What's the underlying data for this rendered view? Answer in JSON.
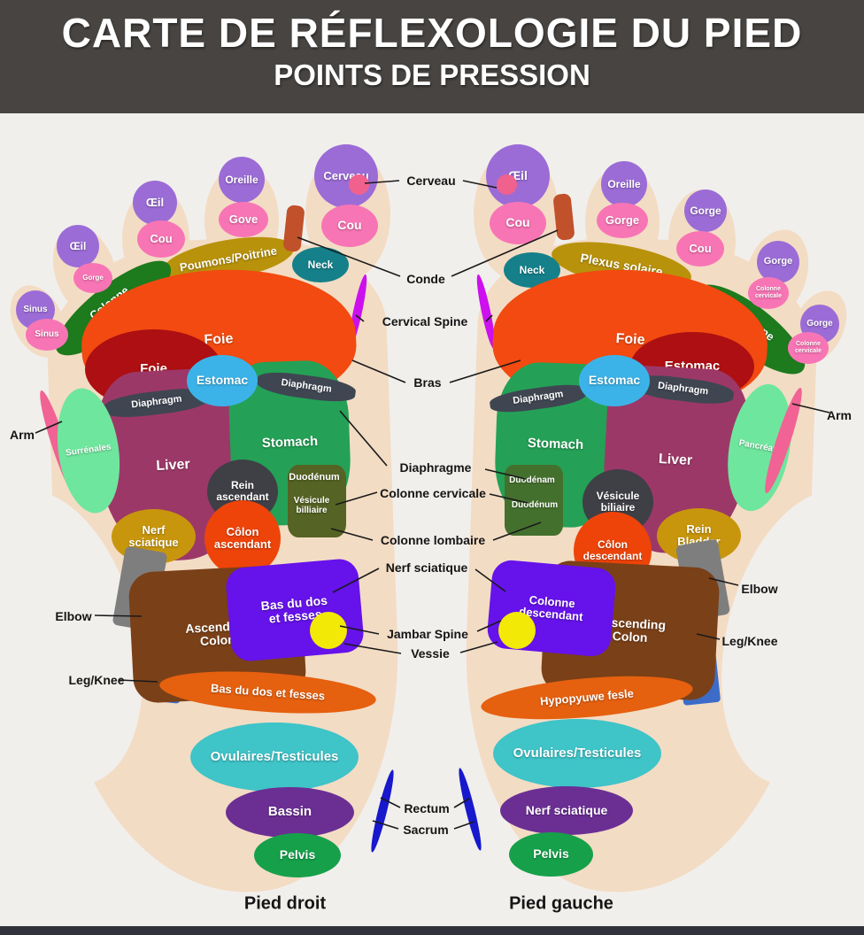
{
  "header": {
    "title": "CARTE DE RÉFLEXOLOGIE DU PIED",
    "subtitle": "POINTS DE PRESSION"
  },
  "palette": {
    "background": "#f1efec",
    "header_bg": "#474441",
    "footer_bg": "#32323c",
    "skin": "#f3dcc4",
    "line": "#1a1a1a",
    "purple": "#9b6cd6",
    "pink": "#f875b5",
    "teal": "#15808a",
    "olive": "#b8920a",
    "leaf_green": "#1d7a1d",
    "orange": "#f24a10",
    "dark_red": "#ad0f12",
    "sky_blue": "#3cb3e8",
    "slate": "#3f4652",
    "mint": "#6fe69e",
    "wine": "#9c3868",
    "green": "#24a156",
    "gold": "#c8960c",
    "red_orange": "#ee4409",
    "brown": "#7a4018",
    "violet": "#6612ea",
    "yellow": "#f2ea06",
    "teal_oval": "#3fc4c8",
    "grape": "#6b2f94",
    "pelvis_green": "#16a04a",
    "blue_crescent": "#1818cc",
    "magenta_crescent": "#cc10ee"
  },
  "center_labels": [
    {
      "id": "lbl-cerveau",
      "label": "Cerveau"
    },
    {
      "id": "lbl-conde",
      "label": "Conde"
    },
    {
      "id": "lbl-cervical-spine",
      "label": "Cervical Spine"
    },
    {
      "id": "lbl-bras",
      "label": "Bras"
    },
    {
      "id": "lbl-diaphragme",
      "label": "Diaphragme"
    },
    {
      "id": "lbl-colonne-cervicale",
      "label": "Colonne cervicale"
    },
    {
      "id": "lbl-colonne-lombaire",
      "label": "Colonne lombaire"
    },
    {
      "id": "lbl-nerf-sciatique",
      "label": "Nerf sciatique"
    },
    {
      "id": "lbl-jambar-spine",
      "label": "Jambar Spine"
    },
    {
      "id": "lbl-vessie",
      "label": "Vessie"
    },
    {
      "id": "lbl-rectum",
      "label": "Rectum"
    },
    {
      "id": "lbl-sacrum",
      "label": "Sacrum"
    }
  ],
  "side_labels": [
    {
      "id": "lbl-arm-left",
      "label": "Arm"
    },
    {
      "id": "lbl-elbow-left",
      "label": "Elbow"
    },
    {
      "id": "lbl-legknee-left",
      "label": "Leg/Knee"
    },
    {
      "id": "lbl-arm-right",
      "label": "Arm"
    },
    {
      "id": "lbl-elbow-right",
      "label": "Elbow"
    },
    {
      "id": "lbl-legknee-right",
      "label": "Leg/Knee"
    }
  ],
  "feet": [
    {
      "id": "right-foot",
      "caption": "Pied droit",
      "regions": [
        {
          "id": "poumons-poitrine",
          "label": "Poumons/Poitrine",
          "color": "#b8920a"
        },
        {
          "id": "conde-strip-l",
          "label": "",
          "color": "#c0512a"
        },
        {
          "id": "neck-l",
          "label": "Neck",
          "color": "#15808a"
        },
        {
          "id": "colonne-cervicale-leaf-l",
          "label": "Colonne\ncervicale",
          "color": "#1d7a1d"
        },
        {
          "id": "cervical-crescent-l",
          "label": "",
          "color": "#cc10ee"
        },
        {
          "id": "foie-orange-l",
          "label": "Foie",
          "color": "#f24a10"
        },
        {
          "id": "foie-red-l",
          "label": "Foie",
          "color": "#ad0f12"
        },
        {
          "id": "liver-l",
          "label": "Liver",
          "color": "#9c3868"
        },
        {
          "id": "stomach-l",
          "label": "Stomach",
          "color": "#24a156"
        },
        {
          "id": "diaphragm-band-la",
          "label": "Diaphragm",
          "color": "#3f4652"
        },
        {
          "id": "diaphragm-band-lb",
          "label": "Diaphragm",
          "color": "#3f4652"
        },
        {
          "id": "estomac-blue-l",
          "label": "Estomac",
          "color": "#3cb3e8"
        },
        {
          "id": "arm-crescent-l",
          "label": "",
          "color": "#f06394"
        },
        {
          "id": "surrenales-l",
          "label": "Surrénales",
          "color": "#6fe69e"
        },
        {
          "id": "rein-ascendant-l",
          "label": "Rein\nascendant",
          "color": "#3f3f46"
        },
        {
          "id": "duodenum-patch-l",
          "label": "",
          "color": "#556324"
        },
        {
          "id": "duodenum-label-l",
          "label": "Duodénum",
          "color": "none"
        },
        {
          "id": "vesicule-label-l",
          "label": "Vésicule\nbilliaire",
          "color": "none"
        },
        {
          "id": "nerf-sciatique-l",
          "label": "Nerf\nsciatique",
          "color": "#c8960c"
        },
        {
          "id": "colon-ascendant-l",
          "label": "Côlon\nascendant",
          "color": "#ee4409"
        },
        {
          "id": "elbow-zone-l",
          "label": "",
          "color": "#7e7e7e"
        },
        {
          "id": "legknee-zone-l",
          "label": "",
          "color": "#3c6cc8"
        },
        {
          "id": "ascending-colon-l",
          "label": "Ascending\nColon",
          "color": "#7a4018"
        },
        {
          "id": "bas-du-dos-rect-l",
          "label": "Bas du dos\net fesses",
          "color": "#6612ea"
        },
        {
          "id": "yellow-dot-l",
          "label": "",
          "color": "#f2ea06"
        },
        {
          "id": "bas-du-dos-arc-l",
          "label": "Bas du dos et fesses",
          "color": "#e5600f"
        },
        {
          "id": "ovulaires-l",
          "label": "Ovulaires/Testicules",
          "color": "#3fc4c8"
        },
        {
          "id": "bassin-l",
          "label": "Bassin",
          "color": "#6b2f94"
        },
        {
          "id": "pelvis-l",
          "label": "Pelvis",
          "color": "#16a04a"
        },
        {
          "id": "rectum-crescent-l",
          "label": "",
          "color": "#1818cc"
        },
        {
          "id": "cerveau-circle-l",
          "label": "Cerveau",
          "color": "#9b6cd6"
        },
        {
          "id": "cerveau-dot-l",
          "label": "",
          "color": "#f0618e"
        },
        {
          "id": "cou-bigtoe-l",
          "label": "Cou",
          "color": "#f875b5"
        },
        {
          "id": "oreille-l",
          "label": "Oreille",
          "color": "#9b6cd6"
        },
        {
          "id": "gove-l",
          "label": "Gove",
          "color": "#f875b5"
        },
        {
          "id": "oeil-toe3-l",
          "label": "Œil",
          "color": "#9b6cd6"
        },
        {
          "id": "cou-toe3-l",
          "label": "Cou",
          "color": "#f875b5"
        },
        {
          "id": "oeil-toe4-l",
          "label": "Œil",
          "color": "#9b6cd6"
        },
        {
          "id": "gorge-toe4-l",
          "label": "Gorge",
          "color": "#f875b5"
        },
        {
          "id": "sinus-purple-l",
          "label": "Sinus",
          "color": "#9b6cd6"
        },
        {
          "id": "sinus-pink-l",
          "label": "Sinus",
          "color": "#f875b5"
        }
      ]
    },
    {
      "id": "left-foot",
      "caption": "Pied gauche",
      "regions": [
        {
          "id": "plexus-solaire",
          "label": "Plexus solaire",
          "color": "#b8920a"
        },
        {
          "id": "conde-strip-r",
          "label": "",
          "color": "#c0512a"
        },
        {
          "id": "neck-r",
          "label": "Neck",
          "color": "#15808a"
        },
        {
          "id": "colonne-cervicale-leaf-r",
          "label": "Colonne\ncervicale",
          "color": "#1d7a1d"
        },
        {
          "id": "cervical-crescent-r",
          "label": "",
          "color": "#cc10ee"
        },
        {
          "id": "foie-orange-r",
          "label": "Foie",
          "color": "#f24a10"
        },
        {
          "id": "estomac-red-r",
          "label": "Estomac",
          "color": "#ad0f12"
        },
        {
          "id": "stomach-r",
          "label": "Stomach",
          "color": "#24a156"
        },
        {
          "id": "liver-r",
          "label": "Liver",
          "color": "#9c3868"
        },
        {
          "id": "pancreate-r",
          "label": "Pancréate",
          "color": "#6fe69e"
        },
        {
          "id": "arm-crescent-r",
          "label": "",
          "color": "#f06394"
        },
        {
          "id": "diaphragm-band-ra",
          "label": "Diaphragm",
          "color": "#3f4652"
        },
        {
          "id": "diaphragm-band-rb",
          "label": "Diaphragm",
          "color": "#3f4652"
        },
        {
          "id": "estomac-blue-r",
          "label": "Estomac",
          "color": "#3cb3e8"
        },
        {
          "id": "duodenum-patch-r",
          "label": "",
          "color": "#44702e"
        },
        {
          "id": "duodenam-label-r",
          "label": "Duodénam",
          "color": "none"
        },
        {
          "id": "duodenum-label-r",
          "label": "Duodénum",
          "color": "none"
        },
        {
          "id": "vesicule-r",
          "label": "Vésicule\nbiliaire",
          "color": "#3f3f46"
        },
        {
          "id": "rein-bladder-r",
          "label": "Rein\nBladder",
          "color": "#c8960c"
        },
        {
          "id": "colon-descendant-r",
          "label": "Côlon\ndescendant",
          "color": "#ee4409"
        },
        {
          "id": "elbow-zone-r",
          "label": "",
          "color": "#7e7e7e"
        },
        {
          "id": "legknee-zone-r",
          "label": "",
          "color": "#3c6cc8"
        },
        {
          "id": "descending-colon-r",
          "label": "Descending\nColon",
          "color": "#7a4018"
        },
        {
          "id": "colonne-descendant-rect-r",
          "label": "Colonne\ndescendant",
          "color": "#6612ea"
        },
        {
          "id": "yellow-dot-r",
          "label": "",
          "color": "#f2ea06"
        },
        {
          "id": "hypo-arc-r",
          "label": "Hypopyuwe fesle",
          "color": "#e5600f"
        },
        {
          "id": "ovulaires-r",
          "label": "Ovulaires/Testicules",
          "color": "#3fc4c8"
        },
        {
          "id": "nerf-sciatique-oval-r",
          "label": "Nerf sciatique",
          "color": "#6b2f94"
        },
        {
          "id": "pelvis-r",
          "label": "Pelvis",
          "color": "#16a04a"
        },
        {
          "id": "rectum-crescent-r",
          "label": "",
          "color": "#1818cc"
        },
        {
          "id": "oeil-circle-r",
          "label": "Œil",
          "color": "#9b6cd6"
        },
        {
          "id": "oeil-dot-r",
          "label": "",
          "color": "#f0618e"
        },
        {
          "id": "cou-bigtoe-r",
          "label": "Cou",
          "color": "#f875b5"
        },
        {
          "id": "oreille-r",
          "label": "Oreille",
          "color": "#9b6cd6"
        },
        {
          "id": "gorge-toe2-r",
          "label": "Gorge",
          "color": "#f875b5"
        },
        {
          "id": "gorge-toe3-r",
          "label": "Gorge",
          "color": "#9b6cd6"
        },
        {
          "id": "cou-toe3-r",
          "label": "Cou",
          "color": "#f875b5"
        },
        {
          "id": "gorge-toe4-r",
          "label": "Gorge",
          "color": "#9b6cd6"
        },
        {
          "id": "colcerv-toe4-r",
          "label": "Colonne\ncervicale",
          "color": "#f875b5"
        },
        {
          "id": "gorge-toe5-r",
          "label": "Gorge",
          "color": "#9b6cd6"
        },
        {
          "id": "colcerv-toe5-r",
          "label": "Colonne\ncervicale",
          "color": "#f875b5"
        }
      ]
    }
  ]
}
